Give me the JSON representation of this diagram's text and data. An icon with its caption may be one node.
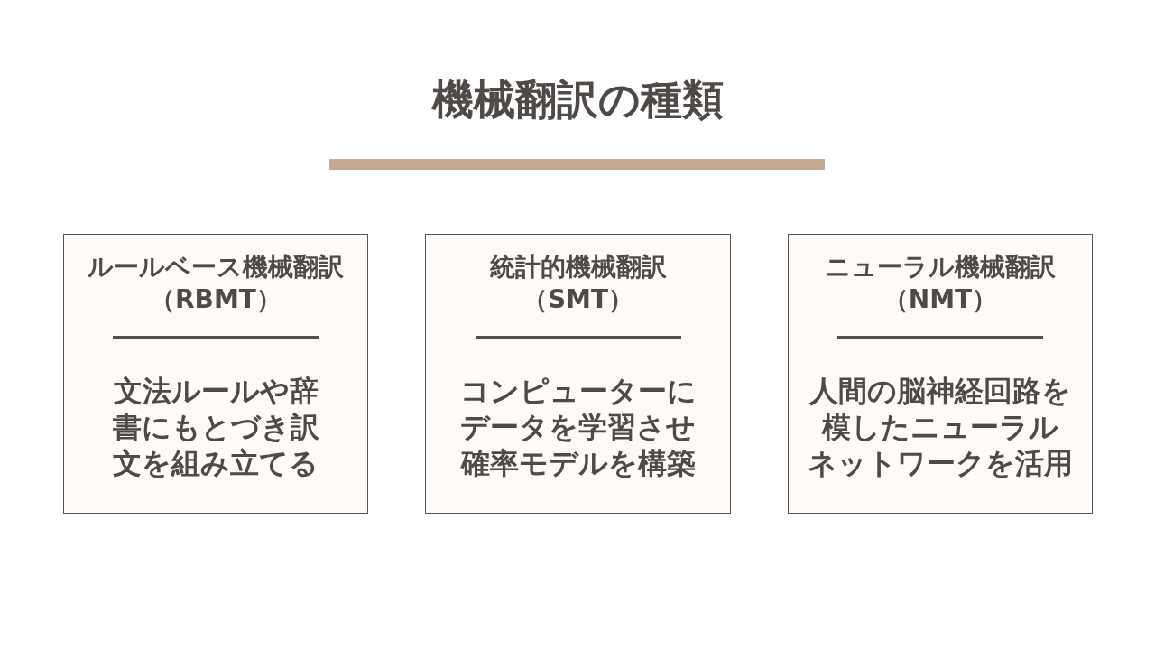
{
  "diagram": {
    "title": "機械翻訳の種類",
    "nodes": [
      {
        "text": [
          "ルールベース機械翻訳",
          "（RBMT）",
          "文法ルールや辞書にもとづき訳文を組み立てる"
        ]
      },
      {
        "text": [
          "統計的機械翻訳",
          "（SMT）",
          "コンピューターにデータを学習させ確率モデルを構築"
        ]
      },
      {
        "text": [
          "ニューラル機械翻訳",
          "（NMT）",
          "人間の脳神経回路を模したニューラルネットワークを活用"
        ]
      }
    ],
    "edges": []
  }
}
